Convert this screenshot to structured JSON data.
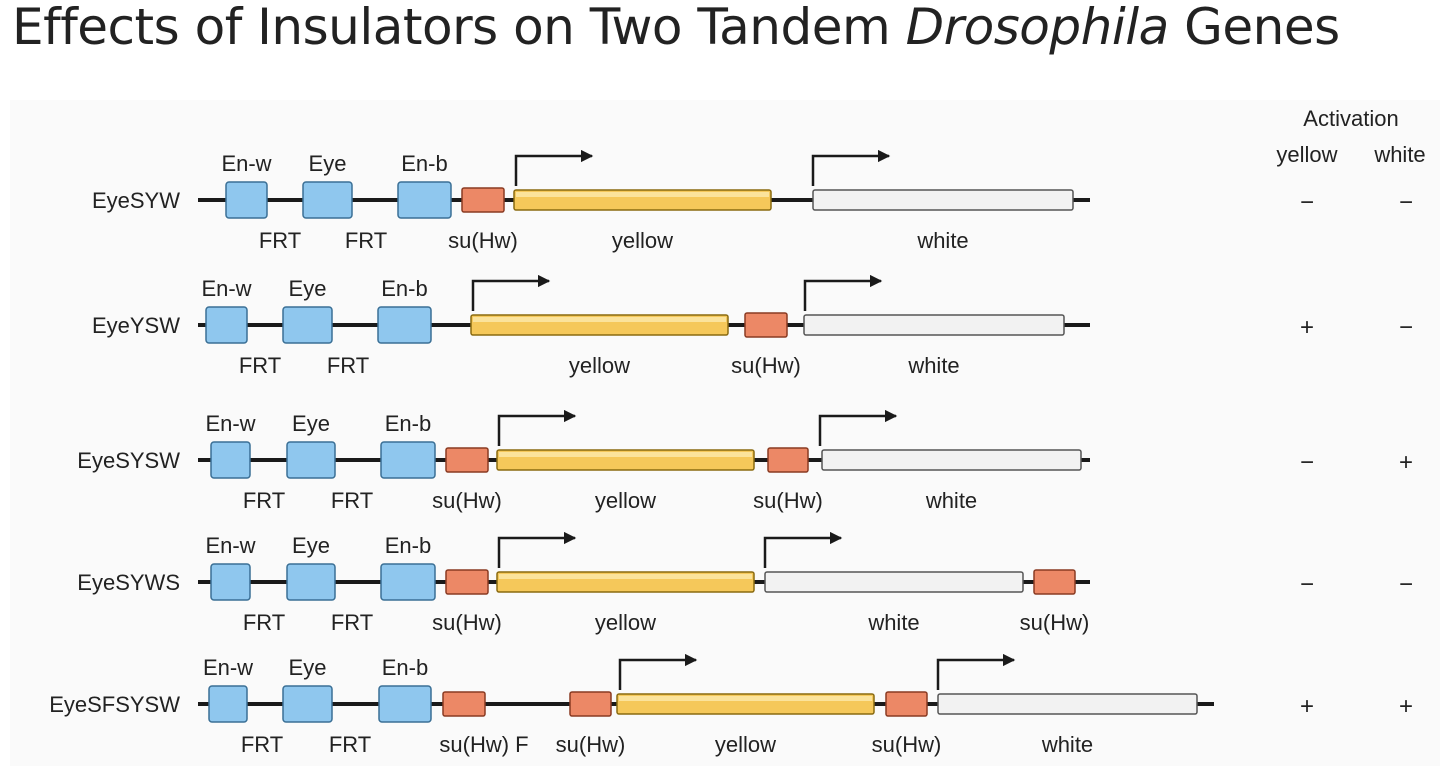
{
  "title": {
    "prefix": "Effects of Insulators on Two Tandem ",
    "italic": "Drosophila",
    "suffix": " Genes"
  },
  "header": {
    "activation": "Activation",
    "yellow": "yellow",
    "white": "white"
  },
  "colors": {
    "enhancer": "#8fc7ee",
    "insulator": "#ec8866",
    "yellow_gene": "#f5c85a",
    "white_gene": "#f2f2f2",
    "line": "#1a1a1a"
  },
  "constructs": [
    {
      "name": "EyeSYW",
      "yellow_activation": "−",
      "white_activation": "−",
      "elements": [
        {
          "type": "enhancer",
          "top_label": "En-w"
        },
        {
          "type": "enhancer",
          "top_label": "Eye"
        },
        {
          "type": "enhancer",
          "top_label": "En-b"
        },
        {
          "type": "insulator",
          "bottom_label": "su(Hw)"
        },
        {
          "type": "yellow",
          "bottom_label": "yellow"
        },
        {
          "type": "white",
          "bottom_label": "white"
        }
      ],
      "frt_labels": [
        "FRT",
        "FRT"
      ]
    },
    {
      "name": "EyeYSW",
      "yellow_activation": "+",
      "white_activation": "−",
      "elements": [
        {
          "type": "enhancer",
          "top_label": "En-w"
        },
        {
          "type": "enhancer",
          "top_label": "Eye"
        },
        {
          "type": "enhancer",
          "top_label": "En-b"
        },
        {
          "type": "yellow",
          "bottom_label": "yellow"
        },
        {
          "type": "insulator",
          "bottom_label": "su(Hw)"
        },
        {
          "type": "white",
          "bottom_label": "white"
        }
      ],
      "frt_labels": [
        "FRT",
        "FRT"
      ]
    },
    {
      "name": "EyeSYSW",
      "yellow_activation": "−",
      "white_activation": "+",
      "elements": [
        {
          "type": "enhancer",
          "top_label": "En-w"
        },
        {
          "type": "enhancer",
          "top_label": "Eye"
        },
        {
          "type": "enhancer",
          "top_label": "En-b"
        },
        {
          "type": "insulator",
          "bottom_label": "su(Hw)"
        },
        {
          "type": "yellow",
          "bottom_label": "yellow"
        },
        {
          "type": "insulator",
          "bottom_label": "su(Hw)"
        },
        {
          "type": "white",
          "bottom_label": "white"
        }
      ],
      "frt_labels": [
        "FRT",
        "FRT"
      ]
    },
    {
      "name": "EyeSYWS",
      "yellow_activation": "−",
      "white_activation": "−",
      "elements": [
        {
          "type": "enhancer",
          "top_label": "En-w"
        },
        {
          "type": "enhancer",
          "top_label": "Eye"
        },
        {
          "type": "enhancer",
          "top_label": "En-b"
        },
        {
          "type": "insulator",
          "bottom_label": "su(Hw)"
        },
        {
          "type": "yellow",
          "bottom_label": "yellow"
        },
        {
          "type": "white",
          "bottom_label": "white"
        },
        {
          "type": "insulator",
          "bottom_label": "su(Hw)"
        }
      ],
      "frt_labels": [
        "FRT",
        "FRT"
      ]
    },
    {
      "name": "EyeSFSYSW",
      "yellow_activation": "+",
      "white_activation": "+",
      "elements": [
        {
          "type": "enhancer",
          "top_label": "En-w"
        },
        {
          "type": "enhancer",
          "top_label": "Eye"
        },
        {
          "type": "enhancer",
          "top_label": "En-b"
        },
        {
          "type": "insulator",
          "bottom_label": "su(Hw) F"
        },
        {
          "type": "insulator",
          "bottom_label": "su(Hw)"
        },
        {
          "type": "yellow",
          "bottom_label": "yellow"
        },
        {
          "type": "insulator",
          "bottom_label": "su(Hw)"
        },
        {
          "type": "white",
          "bottom_label": "white"
        }
      ],
      "frt_labels": [
        "FRT",
        "FRT"
      ]
    }
  ]
}
